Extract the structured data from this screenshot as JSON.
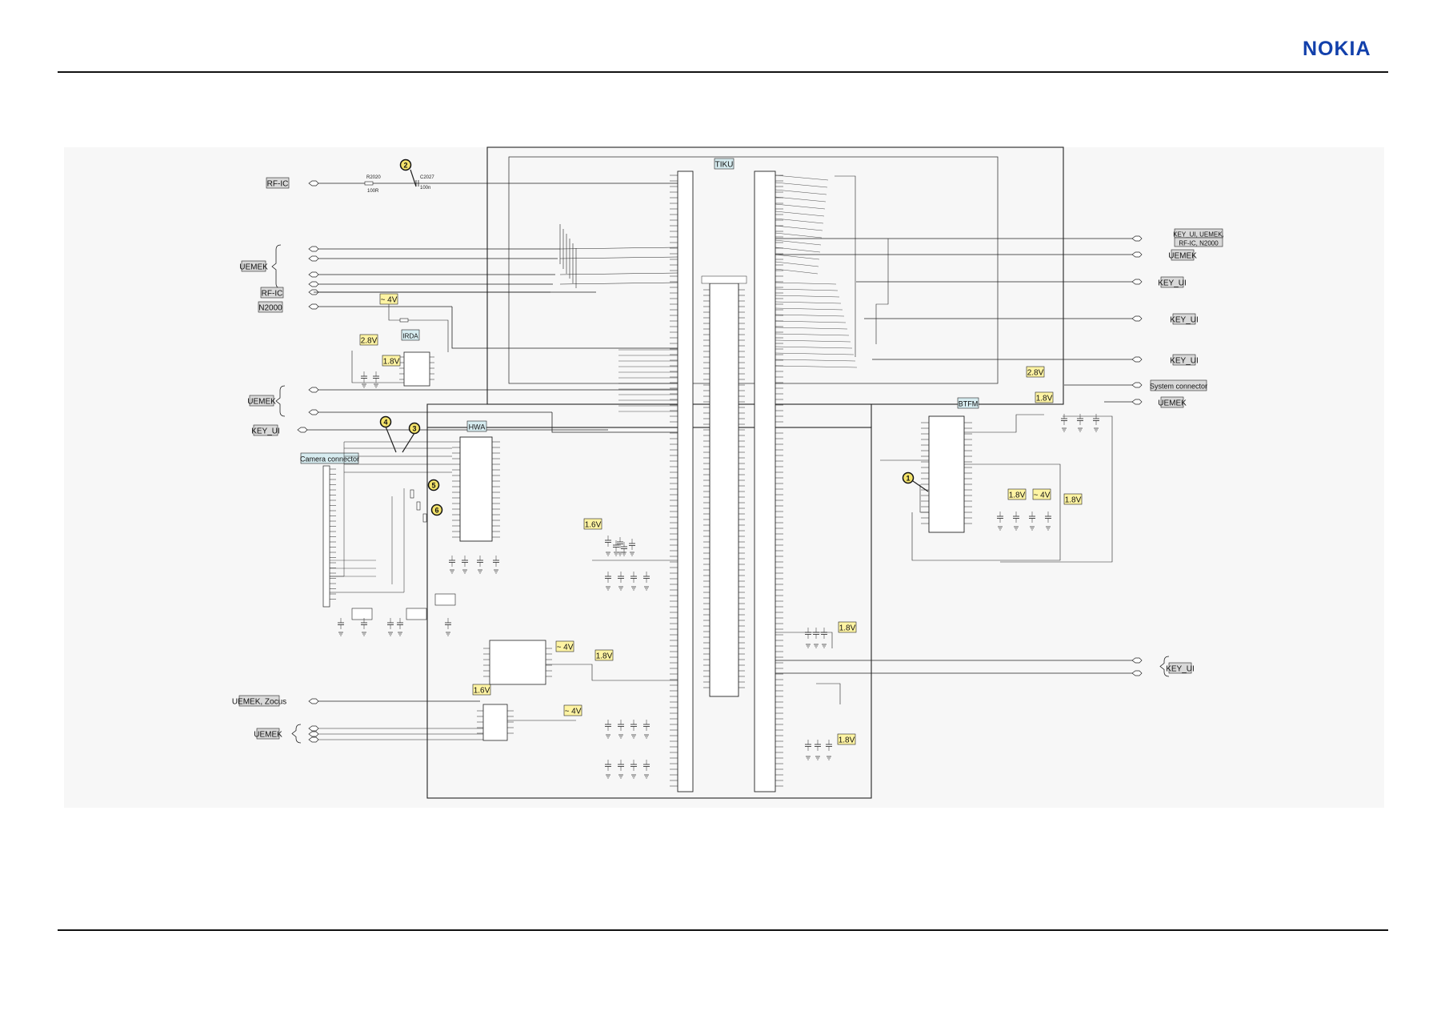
{
  "header": {
    "logo_text": "NOKIA"
  },
  "colors": {
    "brand": "#1240ab",
    "label_fill": "#d9d9d9",
    "voltage_fill": "#fff4a3",
    "wire": "#222222",
    "block_fill": "#d7ecf0"
  },
  "blocks": {
    "tiku": "TIKU",
    "irda": "IRDA",
    "hwa": "HWA",
    "btfm": "BTFM"
  },
  "connection_labels": {
    "rf_ic_top": "RF-IC",
    "uemek_bus": "UEMEK",
    "rf_ic_mid": "RF-IC",
    "n2000": "N2000",
    "uemek_left": "UEMEK",
    "key_ui_left": "KEY_UI",
    "camera_connector": "Camera connector",
    "uemek_zocus": "UEMEK, Zocus",
    "uemek_bottom": "UEMEK",
    "key_ui_uemek_line1": "KEY_UI, UEMEK,",
    "key_ui_uemek_line2": "RF-IC, N2000",
    "uemek_right": "UEMEK",
    "key_ui_r1": "KEY_UI",
    "key_ui_r2": "KEY_UI",
    "key_ui_r3": "KEY_UI",
    "system_connector": "System connector",
    "uemek_btfm": "UEMEK",
    "key_ui_bottom_right": "KEY_UI"
  },
  "voltage_labels": {
    "v_4v_n2000": "~ 4V",
    "v_28_irda": "2.8V",
    "v_18_irda": "1.8V",
    "v_16_mid": "1.6V",
    "v_4v_reg": "~ 4V",
    "v_18_reg": "1.8V",
    "v_16_low": "1.6V",
    "v_4v_low": "~ 4V",
    "v_18_right_mem": "1.8V",
    "v_18_bottom": "1.8V",
    "v_28_btfm": "2.8V",
    "v_18_btfm_top": "1.8V",
    "v_18_btfm_a": "1.8V",
    "v_4v_btfm": "~ 4V",
    "v_18_btfm_b": "1.8V"
  },
  "callouts": [
    "1",
    "2",
    "3",
    "4",
    "5",
    "6"
  ],
  "component_labels": {
    "r_top": "R2020",
    "r_top_val": "100R",
    "c_top": "C2027",
    "c_top_val": "100n"
  }
}
